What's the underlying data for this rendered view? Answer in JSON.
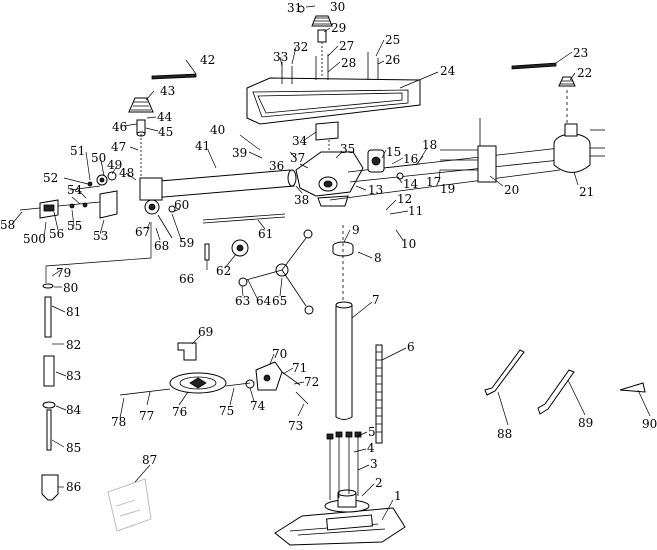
{
  "callouts": [
    "1",
    "2",
    "3",
    "4",
    "5",
    "6",
    "7",
    "8",
    "9",
    "10",
    "11",
    "12",
    "13",
    "14",
    "15",
    "16",
    "17",
    "18",
    "19",
    "20",
    "21",
    "22",
    "23",
    "24",
    "25",
    "26",
    "27",
    "28",
    "29",
    "30",
    "31",
    "32",
    "33",
    "34",
    "35",
    "36",
    "37",
    "38",
    "39",
    "40",
    "41",
    "42",
    "43",
    "44",
    "45",
    "46",
    "47",
    "48",
    "49",
    "50",
    "51",
    "52",
    "53",
    "54",
    "55",
    "56",
    "58",
    "59",
    "60",
    "61",
    "62",
    "63",
    "64",
    "65",
    "66",
    "67",
    "68",
    "69",
    "70",
    "71",
    "72",
    "73",
    "74",
    "75",
    "76",
    "77",
    "78",
    "79",
    "80",
    "81",
    "82",
    "83",
    "84",
    "85",
    "86",
    "87",
    "88",
    "89",
    "90",
    "500"
  ]
}
